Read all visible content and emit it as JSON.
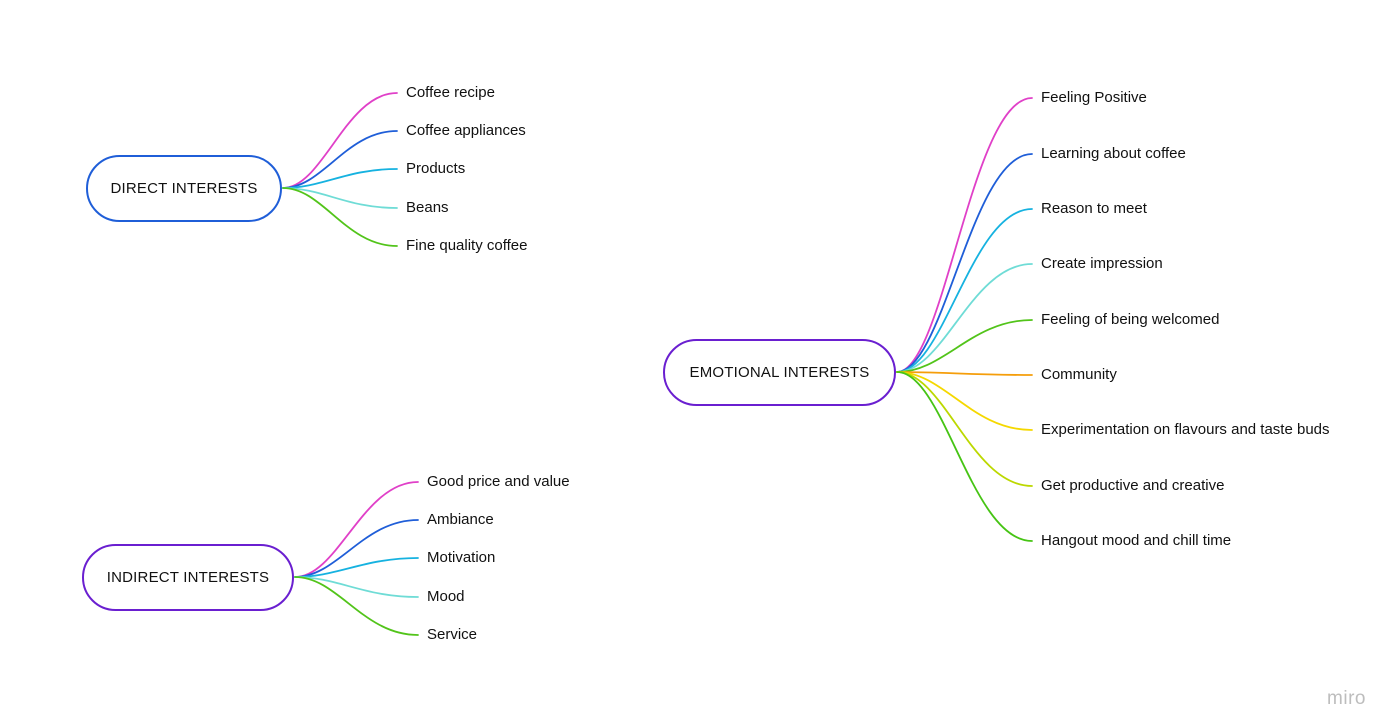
{
  "palette": [
    "#e040c8",
    "#1f5ed8",
    "#16b2e0",
    "#6fdcd6",
    "#52c41a",
    "#f59e0b",
    "#f5d800",
    "#bcd800",
    "#46c414"
  ],
  "mindmaps": [
    {
      "label": "DIRECT INTERESTS",
      "children": [
        "Coffee recipe",
        "Coffee appliances",
        "Products",
        "Beans",
        "Fine quality coffee"
      ]
    },
    {
      "label": "INDIRECT INTERESTS",
      "children": [
        "Good price and value",
        "Ambiance",
        "Motivation",
        "Mood",
        "Service"
      ]
    },
    {
      "label": "EMOTIONAL INTERESTS",
      "children": [
        "Feeling Positive",
        "Learning about coffee",
        "Reason to meet",
        "Create impression",
        "Feeling of being welcomed",
        "Community",
        "Experimentation on flavours and taste buds",
        "Get productive and creative",
        "Hangout mood and chill time"
      ]
    }
  ],
  "watermark": "miro"
}
